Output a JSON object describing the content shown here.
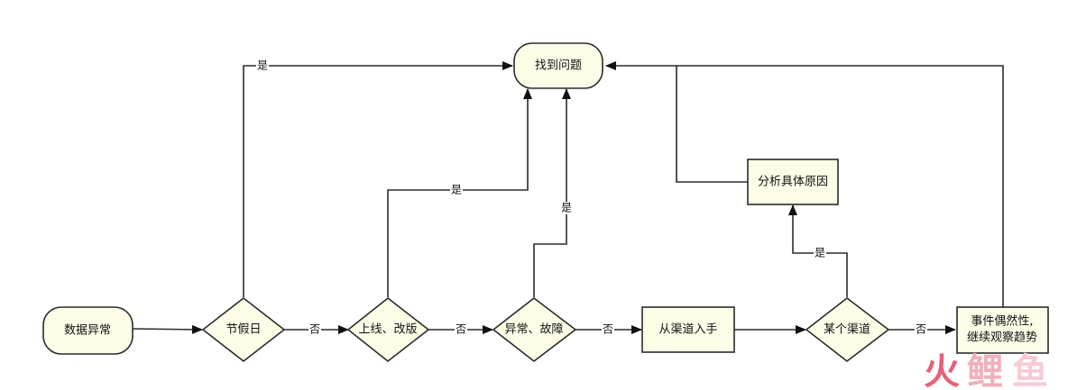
{
  "nodes": {
    "found_problem": "找到问题",
    "data_abnormal": "数据异常",
    "holiday": "节假日",
    "release": "上线、改版",
    "fault": "异常、故障",
    "from_channel": "从渠道入手",
    "some_channel": "某个渠道",
    "analyze_cause": "分析具体原因",
    "event_random_line1": "事件偶然性,",
    "event_random_line2": "继续观察趋势"
  },
  "edge_labels": {
    "holiday_yes": "是",
    "holiday_no": "否",
    "release_yes": "是",
    "release_no": "否",
    "fault_yes": "是",
    "fault_no": "否",
    "channel_yes": "是",
    "channel_no": "否"
  },
  "watermark": {
    "char1": "火",
    "char2": "鲤",
    "char3": "鱼"
  }
}
